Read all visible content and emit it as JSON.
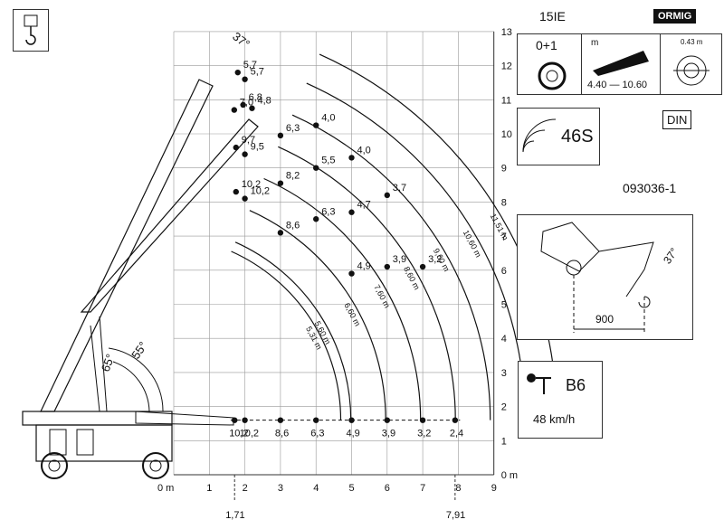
{
  "chart_data": {
    "type": "load_chart",
    "x_ticks": [
      "0 m",
      "1",
      "2",
      "3",
      "4",
      "5",
      "6",
      "7",
      "8",
      "9"
    ],
    "y_ticks": [
      "0 m",
      "1",
      "2",
      "3",
      "4",
      "5",
      "6",
      "7",
      "8",
      "9",
      "10",
      "11",
      "12",
      "13"
    ],
    "x_extra_labels": [
      {
        "x": 1.71,
        "text": "1,71"
      },
      {
        "x": 7.91,
        "text": "7,91"
      }
    ],
    "angles": [
      {
        "text": "65°"
      },
      {
        "text": "55°"
      },
      {
        "text": "37°"
      }
    ],
    "boom_lengths": [
      {
        "label": "5,31 m",
        "radius": 5.31
      },
      {
        "label": "5,60 m",
        "radius": 5.6
      },
      {
        "label": "6,60 m",
        "radius": 6.6
      },
      {
        "label": "7,60 m",
        "radius": 7.6
      },
      {
        "label": "8,60 m",
        "radius": 8.6
      },
      {
        "label": "9,60 m",
        "radius": 9.6
      },
      {
        "label": "10,60 m",
        "radius": 10.6
      },
      {
        "label": "11,51 m",
        "radius": 11.51
      }
    ],
    "load_points": [
      {
        "x": 2.0,
        "y": 11.6,
        "label": "5,7"
      },
      {
        "x": 1.8,
        "y": 11.8,
        "label": "5,7"
      },
      {
        "x": 2.2,
        "y": 10.75,
        "label": "4,8"
      },
      {
        "x": 1.95,
        "y": 10.85,
        "label": "6,8"
      },
      {
        "x": 1.7,
        "y": 10.7,
        "label": "7,0"
      },
      {
        "x": 3.0,
        "y": 9.95,
        "label": "6,3"
      },
      {
        "x": 4.0,
        "y": 10.25,
        "label": "4,0"
      },
      {
        "x": 4.0,
        "y": 9.0,
        "label": "5,5"
      },
      {
        "x": 5.0,
        "y": 9.3,
        "label": "4,0"
      },
      {
        "x": 2.0,
        "y": 9.4,
        "label": "9,5"
      },
      {
        "x": 1.75,
        "y": 9.6,
        "label": "9,7"
      },
      {
        "x": 3.0,
        "y": 8.55,
        "label": "8,2"
      },
      {
        "x": 2.0,
        "y": 8.1,
        "label": "10,2"
      },
      {
        "x": 1.75,
        "y": 8.3,
        "label": "10,2"
      },
      {
        "x": 6.0,
        "y": 8.2,
        "label": "3,7"
      },
      {
        "x": 5.0,
        "y": 7.7,
        "label": "4,7"
      },
      {
        "x": 4.0,
        "y": 7.5,
        "label": "6,3"
      },
      {
        "x": 3.0,
        "y": 7.1,
        "label": "8,6"
      },
      {
        "x": 6.0,
        "y": 6.1,
        "label": "3,9"
      },
      {
        "x": 7.0,
        "y": 6.1,
        "label": "3,2"
      },
      {
        "x": 5.0,
        "y": 5.9,
        "label": "4,9"
      }
    ],
    "ground_points": [
      {
        "x": 1.71,
        "label": "10,2"
      },
      {
        "x": 2.0,
        "label": "10,2"
      },
      {
        "x": 3.0,
        "label": "8,6"
      },
      {
        "x": 4.0,
        "label": "6,3"
      },
      {
        "x": 5.0,
        "label": "4,9"
      },
      {
        "x": 6.0,
        "label": "3,9"
      },
      {
        "x": 7.0,
        "label": "3,2"
      },
      {
        "x": 7.91,
        "label": "2,4"
      }
    ]
  },
  "header": {
    "model": "15IE",
    "brand": "ORMIG",
    "standard": "DIN",
    "code": "093036-1"
  },
  "panel_tires": {
    "label": "0+1"
  },
  "panel_jib": {
    "unit": "m",
    "range": "4.40 — 10.60"
  },
  "panel_hook": {
    "value": "0.43 m"
  },
  "panel_class": {
    "value": "46S"
  },
  "panel_detail": {
    "dimension": "900",
    "angle": "37°"
  },
  "panel_speed": {
    "class": "B6",
    "speed": "48 km/h"
  }
}
